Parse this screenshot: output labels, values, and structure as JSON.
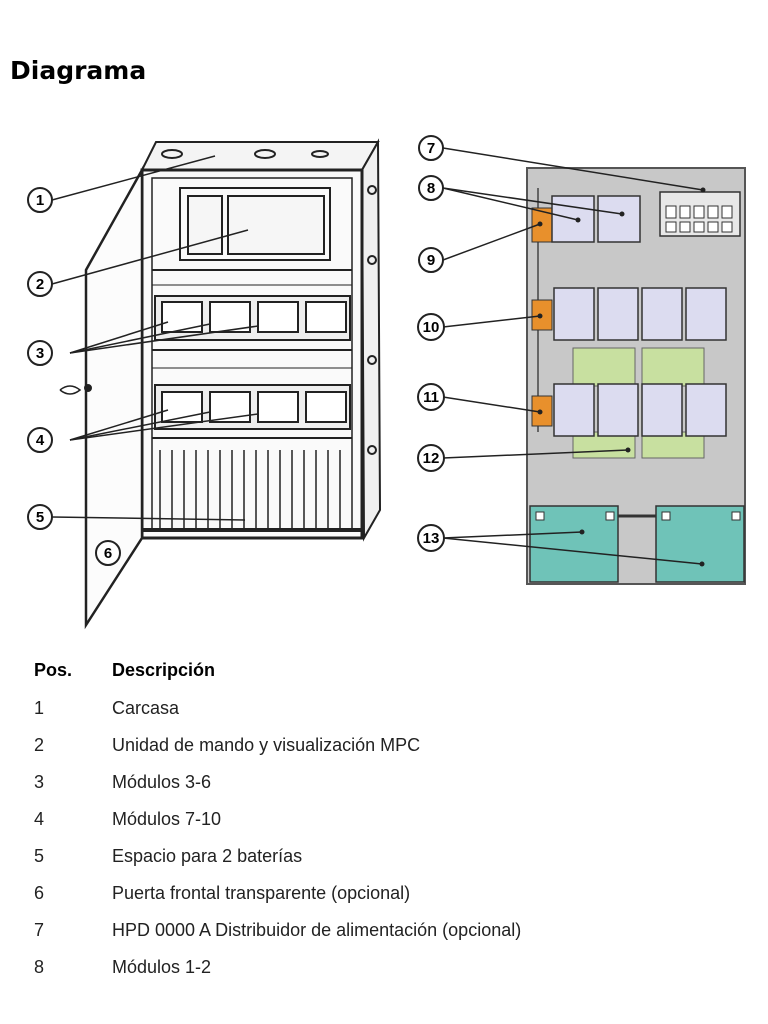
{
  "title": "Diagrama",
  "callouts": [
    "1",
    "2",
    "3",
    "4",
    "5",
    "6",
    "7",
    "8",
    "9",
    "10",
    "11",
    "12",
    "13"
  ],
  "table": {
    "headers": {
      "pos": "Pos.",
      "desc": "Descripción"
    },
    "rows": [
      {
        "pos": "1",
        "desc": "Carcasa"
      },
      {
        "pos": "2",
        "desc": "Unidad de mando y visualización MPC"
      },
      {
        "pos": "3",
        "desc": "Módulos 3-6"
      },
      {
        "pos": "4",
        "desc": "Módulos 7-10"
      },
      {
        "pos": "5",
        "desc": "Espacio para 2 baterías"
      },
      {
        "pos": "6",
        "desc": "Puerta frontal transparente (opcional)"
      },
      {
        "pos": "7",
        "desc": "HPD 0000 A Distribuidor de alimentación (opcional)"
      },
      {
        "pos": "8",
        "desc": "Módulos 1-2"
      }
    ]
  },
  "colors": {
    "panel": "#c8c8c8",
    "module": "#dcdcf0",
    "connector": "#e8902c",
    "green_board": "#c8e0a0",
    "battery": "#6fc3b8"
  }
}
